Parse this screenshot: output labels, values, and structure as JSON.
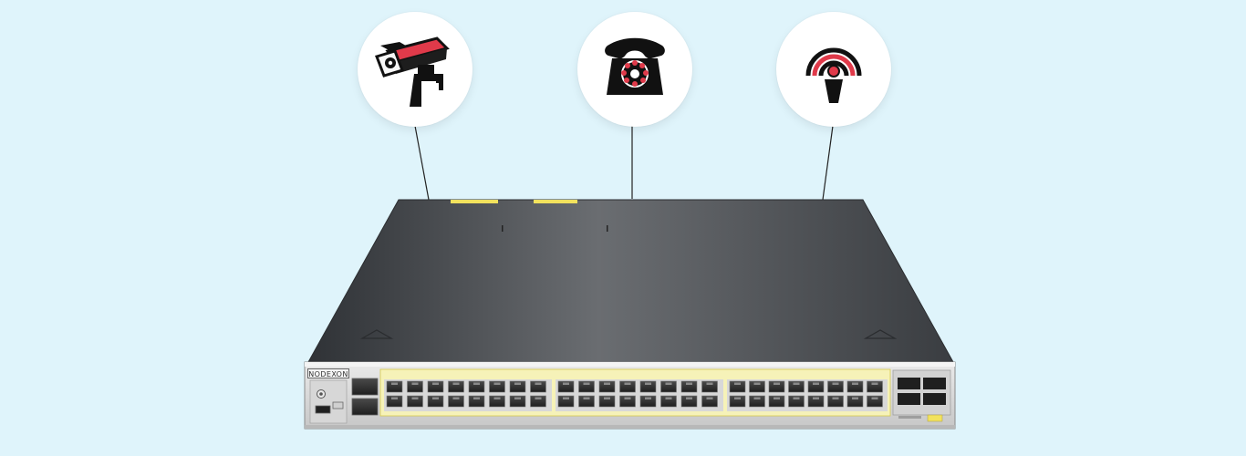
{
  "product": {
    "brand": "NODEXON"
  },
  "device_icons": [
    {
      "name": "security-camera"
    },
    {
      "name": "telephone"
    },
    {
      "name": "wireless-access-point"
    }
  ],
  "colors": {
    "background": "#dff4fb",
    "switch_body": "#5b5f63",
    "switch_front": "#d9d9d9",
    "accent_red": "#e03a4a",
    "accent_yellow": "#f2e25d"
  }
}
